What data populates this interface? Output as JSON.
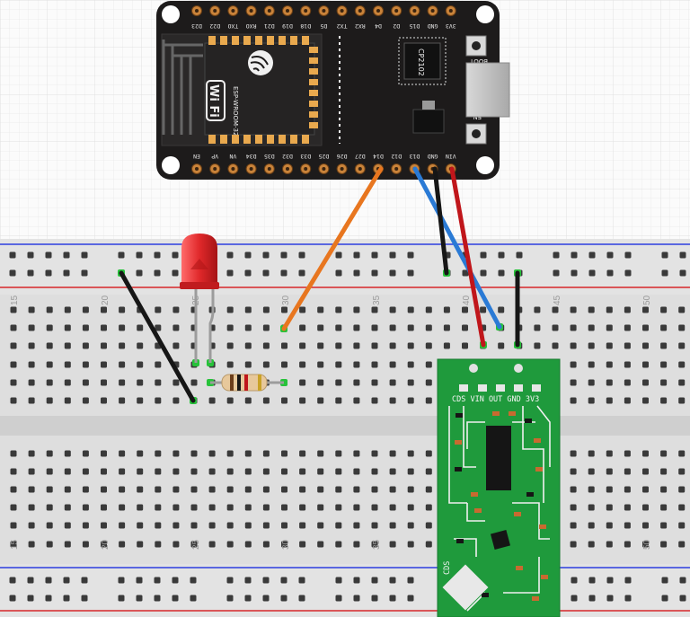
{
  "board": {
    "top_pin_labels": [
      "D23",
      "D22",
      "TXO",
      "RXO",
      "D21",
      "D19",
      "D18",
      "D5",
      "TX2",
      "RX2",
      "D4",
      "D2",
      "D15",
      "GND",
      "3V3"
    ],
    "bottom_pin_labels": [
      "EN",
      "VP",
      "VN",
      "D34",
      "D35",
      "D32",
      "D33",
      "D25",
      "D26",
      "D27",
      "D14",
      "D12",
      "D13",
      "GND",
      "VIN"
    ],
    "module_text": "ESP-WROOM-32",
    "wifi_text": "Wi Fi",
    "chip_text": "CP2102",
    "boot_label": "BOOT",
    "en_label": "EN"
  },
  "breadboard": {
    "column_numbers": [
      "15",
      "20",
      "25",
      "30",
      "35",
      "40",
      "45",
      "50"
    ]
  },
  "sensor": {
    "pin_labels": "CDS VIN OUT GND 3V3",
    "cds_label": "CDS"
  },
  "colors": {
    "orange_wire": "#e8761f",
    "blue_wire": "#2a7ad5",
    "red_wire": "#c0161b",
    "black_wire": "#161616",
    "pcb_green": "#1f9a3c",
    "led_red": "#e0282a",
    "rail_blue": "#2c3ee0",
    "rail_red": "#d8282a"
  },
  "icons": [
    "esp32-board",
    "breadboard",
    "red-led",
    "resistor",
    "radar-sensor-module",
    "espressif-logo-icon",
    "wifi-logo-icon"
  ]
}
